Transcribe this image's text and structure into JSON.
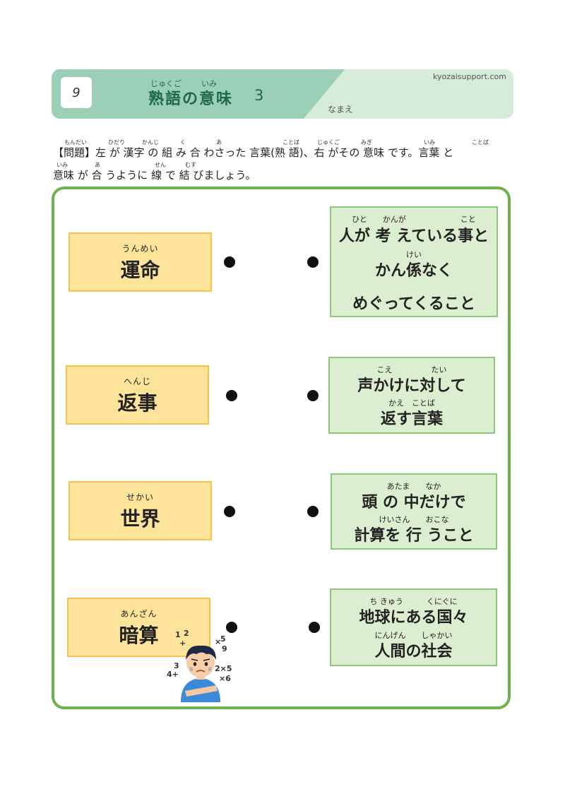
{
  "header": {
    "number": "9",
    "title_ruby": [
      "じゅくご",
      "いみ"
    ],
    "title": "熟語の意味",
    "title_number": "3",
    "site": "kyozaisupport.com",
    "name_label": "なまえ"
  },
  "instructions": {
    "line1": "【問題】左 が 漢字 の 組 み 合 わさった 言葉(熟 語)、右 がその 意味 です。言葉 と",
    "line2": "意味 が 合 うように 線 で 結 びましょう。",
    "ruby": [
      "もんだい",
      "ひだり",
      "かんじ",
      "く",
      "あ",
      "ことば",
      "じゅくご",
      "みぎ",
      "いみ",
      "ことば",
      "いみ",
      "あ",
      "せん",
      "むす"
    ]
  },
  "left_words": [
    {
      "ruby": "うんめい",
      "word": "運命"
    },
    {
      "ruby": "へんじ",
      "word": "返事"
    },
    {
      "ruby": "せかい",
      "word": "世界"
    },
    {
      "ruby": "あんざん",
      "word": "暗算"
    }
  ],
  "right_meanings": [
    {
      "ruby": [
        "ひと　　かんが　　　　　　　こと",
        "けい",
        ""
      ],
      "lines": [
        "人が 考 えている事と",
        "かん係なく",
        "めぐってくること"
      ]
    },
    {
      "ruby": [
        "こえ　　　　　たい",
        "かえ　ことば"
      ],
      "lines": [
        "声かけに対して",
        "返す言葉"
      ]
    },
    {
      "ruby": [
        "あたま　　なか",
        "けいさん　　おこな"
      ],
      "lines": [
        "頭 の 中だけで",
        "計算を 行 うこと"
      ]
    },
    {
      "ruby": [
        "ち きゅう　　　くにぐに",
        "にんげん　　しゃかい"
      ],
      "lines": [
        "地球にある国々",
        "人間の社会"
      ]
    }
  ],
  "illustration": {
    "icon": "confused-boy-with-math-icon",
    "math_symbols": [
      "1",
      "2",
      "+",
      "5",
      "×",
      "2×5",
      "4+",
      "×6",
      "3",
      "9"
    ]
  },
  "colors": {
    "header_band": "#9ccfb7",
    "header_bg": "#d6ebd8",
    "title": "#1e6a48",
    "panel_border": "#6db24d",
    "word_fill": "#fde49a",
    "word_border": "#f4c24e",
    "meaning_fill": "#dbeecf",
    "meaning_border": "#8cc67a"
  }
}
